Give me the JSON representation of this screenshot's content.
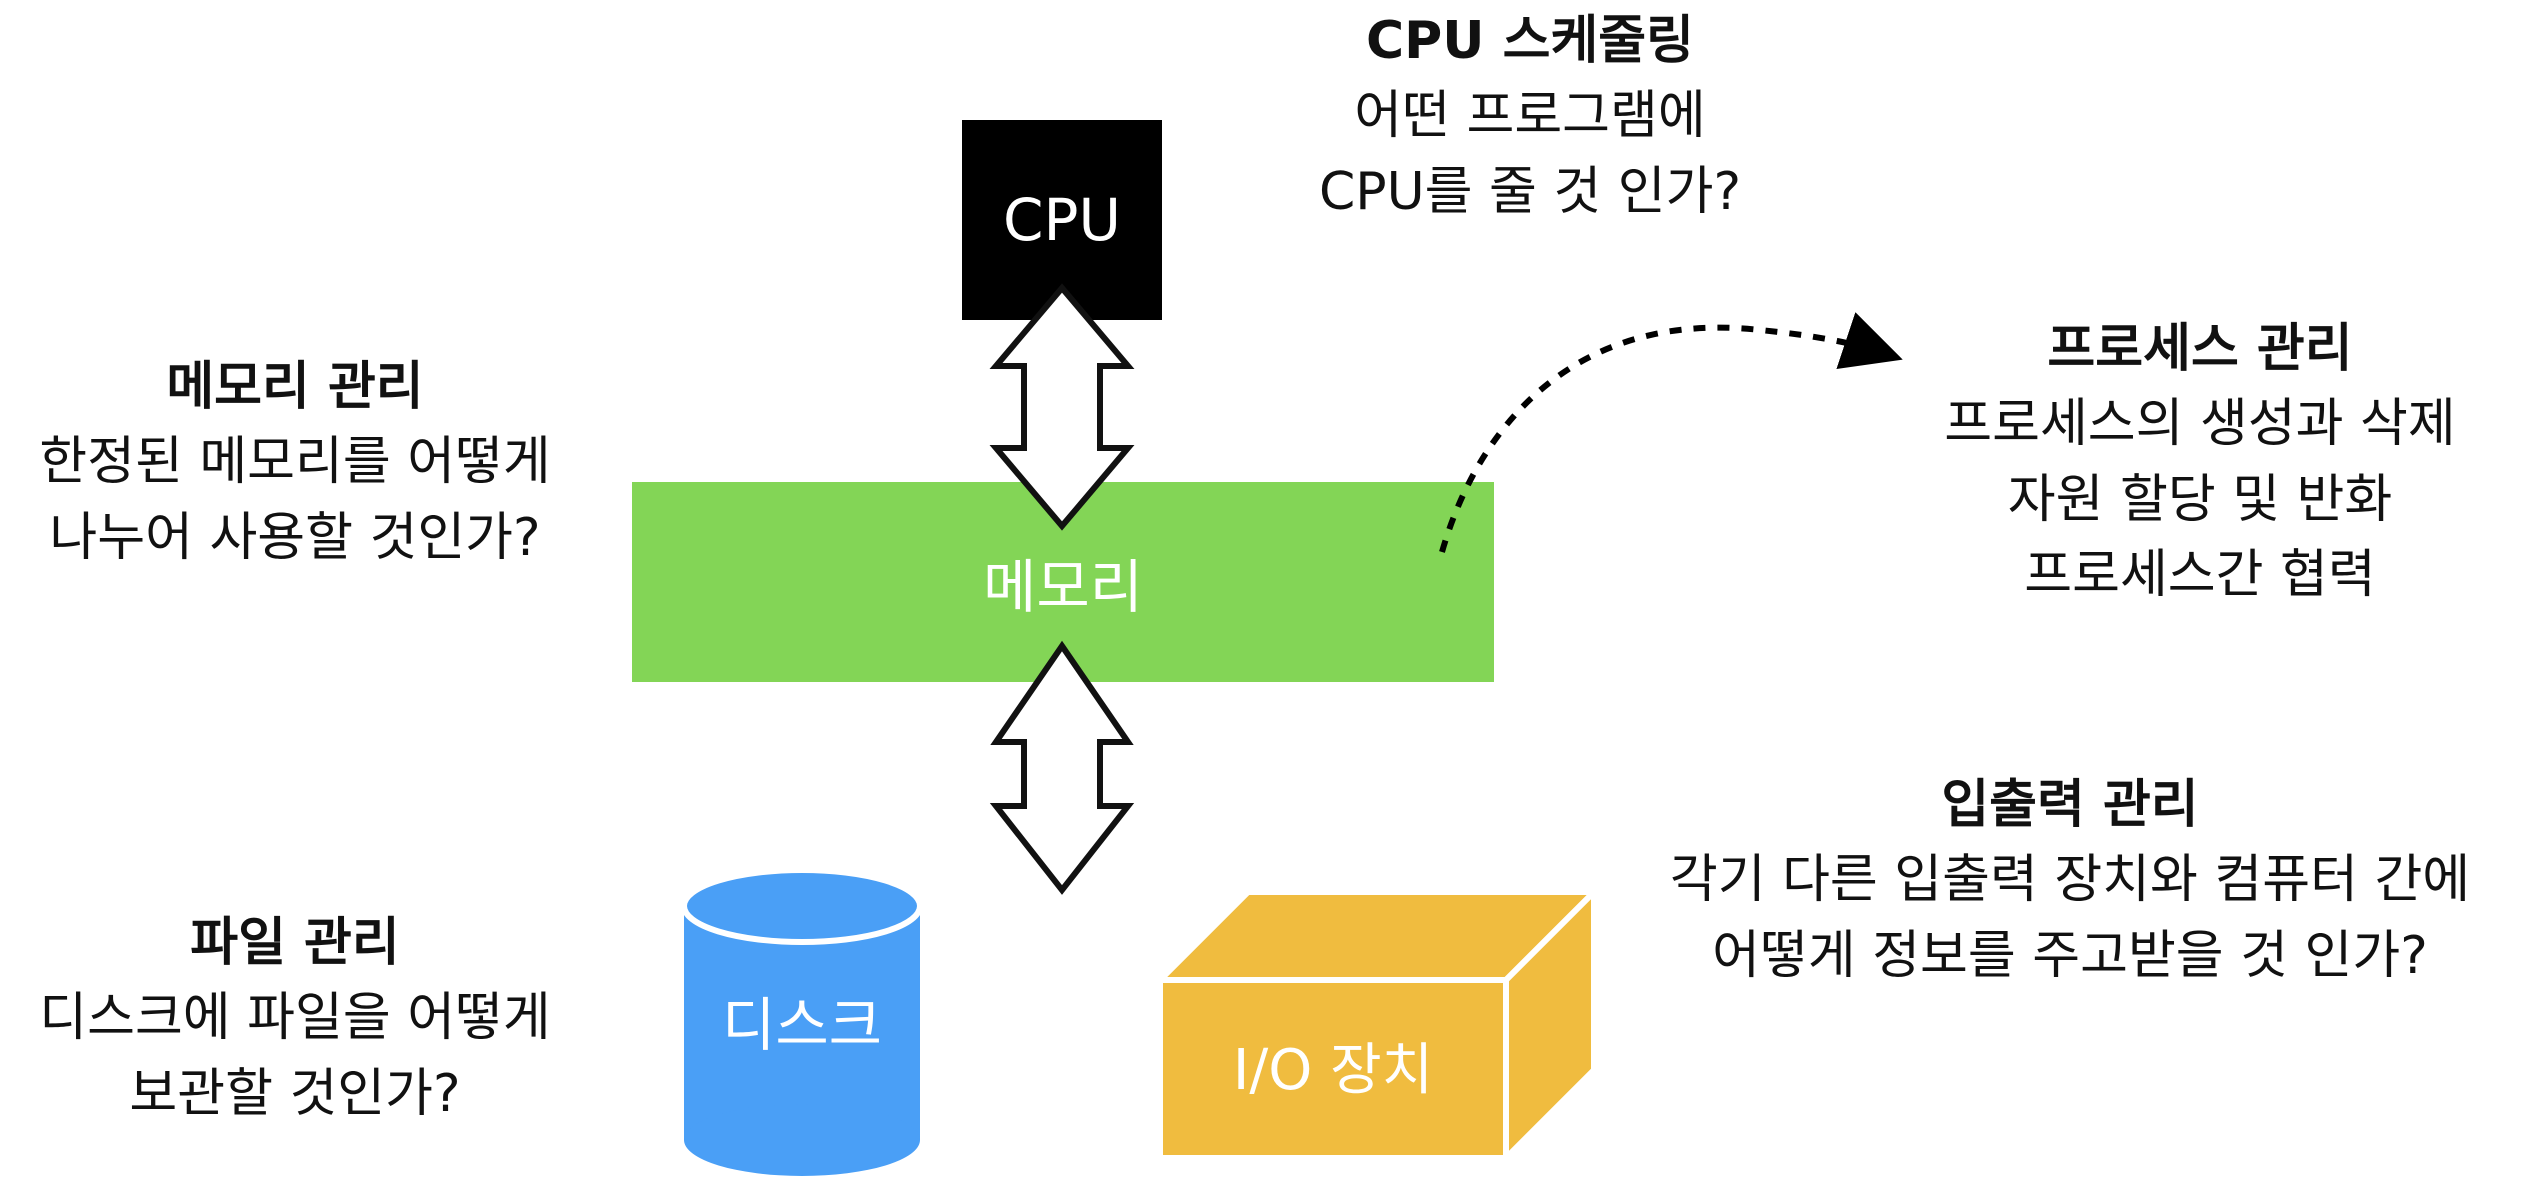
{
  "components": {
    "cpu": {
      "label": "CPU",
      "color": "#000000",
      "text_color": "#ffffff"
    },
    "memory": {
      "label": "메모리",
      "color": "#83d556",
      "text_color": "#ffffff"
    },
    "disk": {
      "label": "디스크",
      "color": "#4a9ff6",
      "text_color": "#ffffff"
    },
    "io_device": {
      "label": "I/O 장치",
      "color": "#f0bc3f",
      "text_color": "#ffffff"
    }
  },
  "annotations": {
    "cpu_scheduling": {
      "title": "CPU 스케줄링",
      "lines": [
        "어떤 프로그램에",
        "CPU를 줄 것 인가?"
      ]
    },
    "memory_management": {
      "title": "메모리 관리",
      "lines": [
        "한정된 메모리를 어떻게",
        "나누어 사용할 것인가?"
      ]
    },
    "process_management": {
      "title": "프로세스 관리",
      "lines": [
        "프로세스의 생성과 삭제",
        "자원 할당 및 반화",
        "프로세스간 협력"
      ]
    },
    "io_management": {
      "title": "입출력 관리",
      "lines": [
        "각기 다른 입출력 장치와 컴퓨터 간에",
        "어떻게 정보를 주고받을 것 인가?"
      ]
    },
    "file_management": {
      "title": "파일 관리",
      "lines": [
        "디스크에 파일을 어떻게",
        "보관할 것인가?"
      ]
    }
  }
}
